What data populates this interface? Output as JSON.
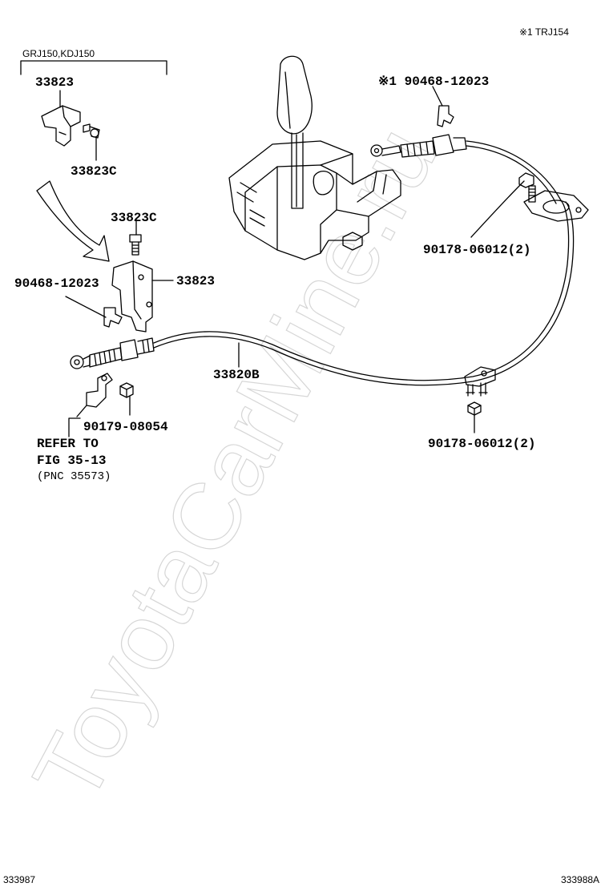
{
  "header": {
    "note": "※1 TRJ154",
    "variant": "GRJ150,KDJ150"
  },
  "parts": {
    "p1": "33823",
    "p2": "33823C",
    "p3": "33823C",
    "p4": "33823",
    "p5": "90468-12023",
    "p6": "※1 90468-12023",
    "p7": "90178-06012(2)",
    "p8": "33820B",
    "p9": "90179-08054",
    "p10": "90178-06012(2)"
  },
  "refer": {
    "line1": "REFER TO",
    "line2": "FIG 35-13",
    "line3": "(PNC 35573)"
  },
  "watermark": "ToyotaCarMine.ru",
  "footer": {
    "left_code": "333987",
    "right_code": "333988A"
  }
}
